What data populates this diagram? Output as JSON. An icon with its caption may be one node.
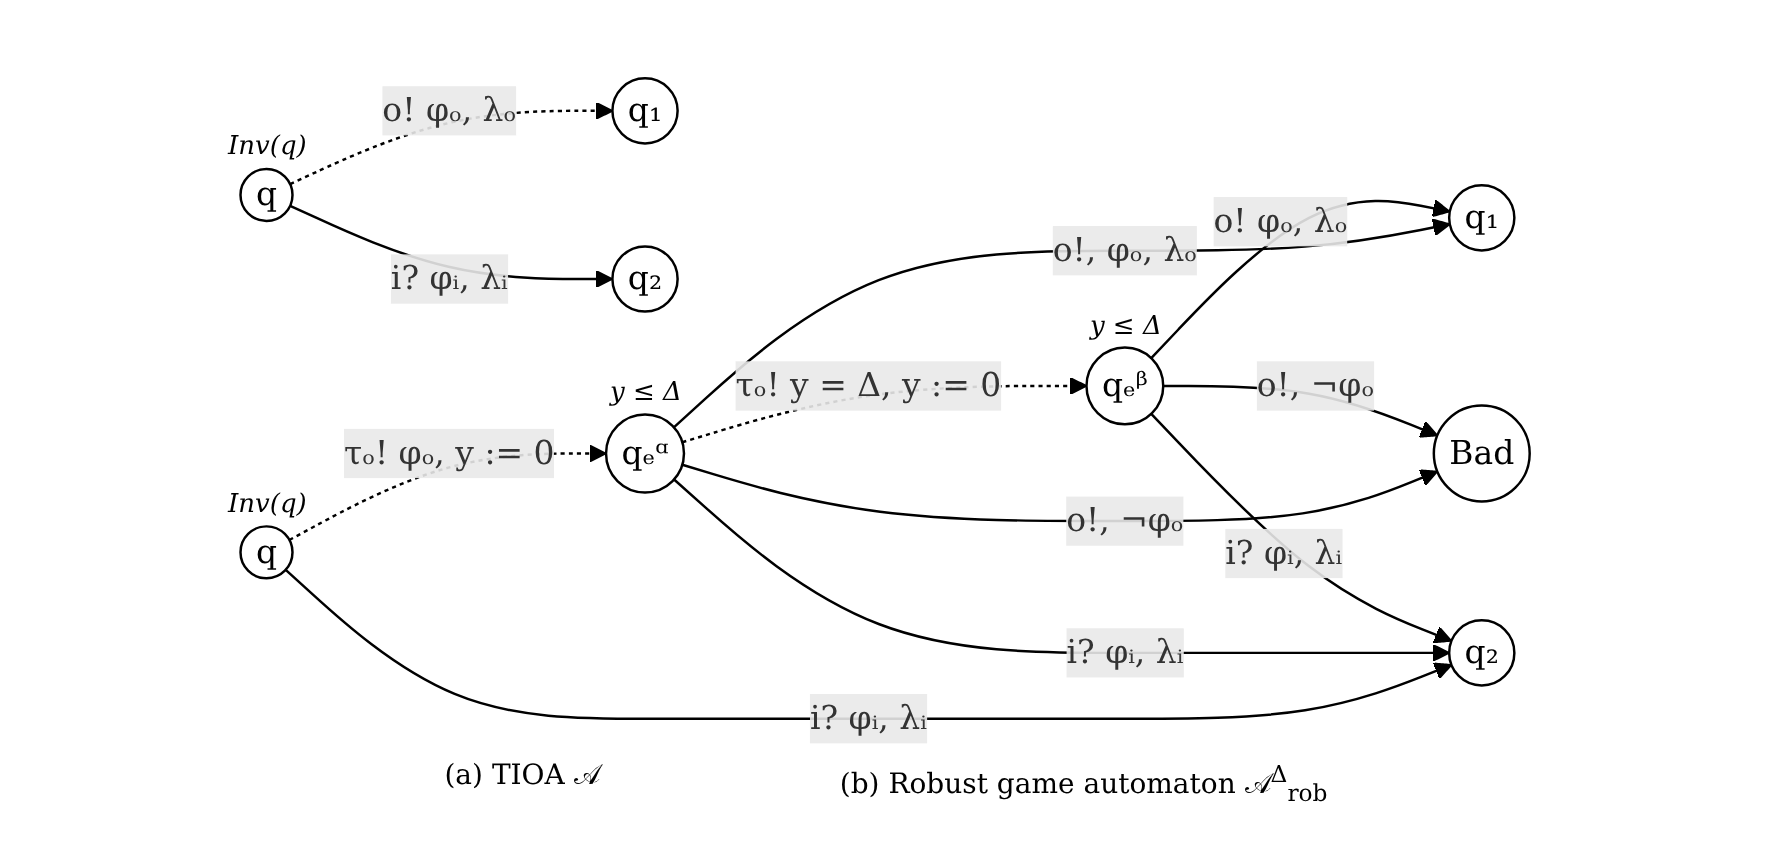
{
  "diagram": {
    "nodes": [
      {
        "text": [
          "q"
        ],
        "beside": [
          "Inv(q)"
        ]
      },
      {
        "text": [
          "q₁"
        ]
      },
      {
        "text": [
          "q₂"
        ]
      },
      {
        "text": [
          "q"
        ],
        "beside": [
          "Inv(q)"
        ]
      },
      {
        "text": [
          "qₑᵅ"
        ],
        "beside": [
          "y ≤ Δ"
        ]
      },
      {
        "text": [
          "qₑᵝ"
        ],
        "beside": [
          "y ≤ Δ"
        ]
      },
      {
        "text": [
          "q₁"
        ]
      },
      {
        "text": [
          "q₂"
        ]
      },
      {
        "text": [
          "Bad"
        ]
      }
    ],
    "edges": [
      {
        "from": 0,
        "to": 1,
        "arrow": "to",
        "style": "dashed",
        "label": "o! φₒ, λₒ"
      },
      {
        "from": 0,
        "to": 2,
        "arrow": "to",
        "label": "i? φᵢ, λᵢ"
      },
      {
        "from": 3,
        "to": 4,
        "arrow": "to",
        "style": "dashed",
        "label": "τₒ! φₒ, y := 0"
      },
      {
        "from": 4,
        "to": 5,
        "arrow": "to",
        "style": "dashed",
        "label": "τₒ! y = Δ, y := 0"
      },
      {
        "from": 4,
        "to": 6,
        "arrow": "to",
        "label": "o!, φₒ, λₒ"
      },
      {
        "from": 5,
        "to": 6,
        "arrow": "to",
        "label": "o! φₒ, λₒ"
      },
      {
        "from": 3,
        "to": 7,
        "arrow": "to",
        "label": "i? φᵢ, λᵢ"
      },
      {
        "from": 4,
        "to": 7,
        "arrow": "to",
        "label": "i? φᵢ, λᵢ"
      },
      {
        "from": 5,
        "to": 7,
        "arrow": "to",
        "label": "i? φᵢ, λᵢ"
      },
      {
        "from": 4,
        "to": 8,
        "arrow": "to",
        "label": "o!, ¬φₒ"
      },
      {
        "from": 5,
        "to": 8,
        "arrow": "to",
        "label": "o!, ¬φₒ"
      }
    ],
    "labels": [
      "(a) TIOA 𝒜",
      "(b) Robust game automaton 𝒜$^{Δ}$$_{rob}$"
    ]
  }
}
